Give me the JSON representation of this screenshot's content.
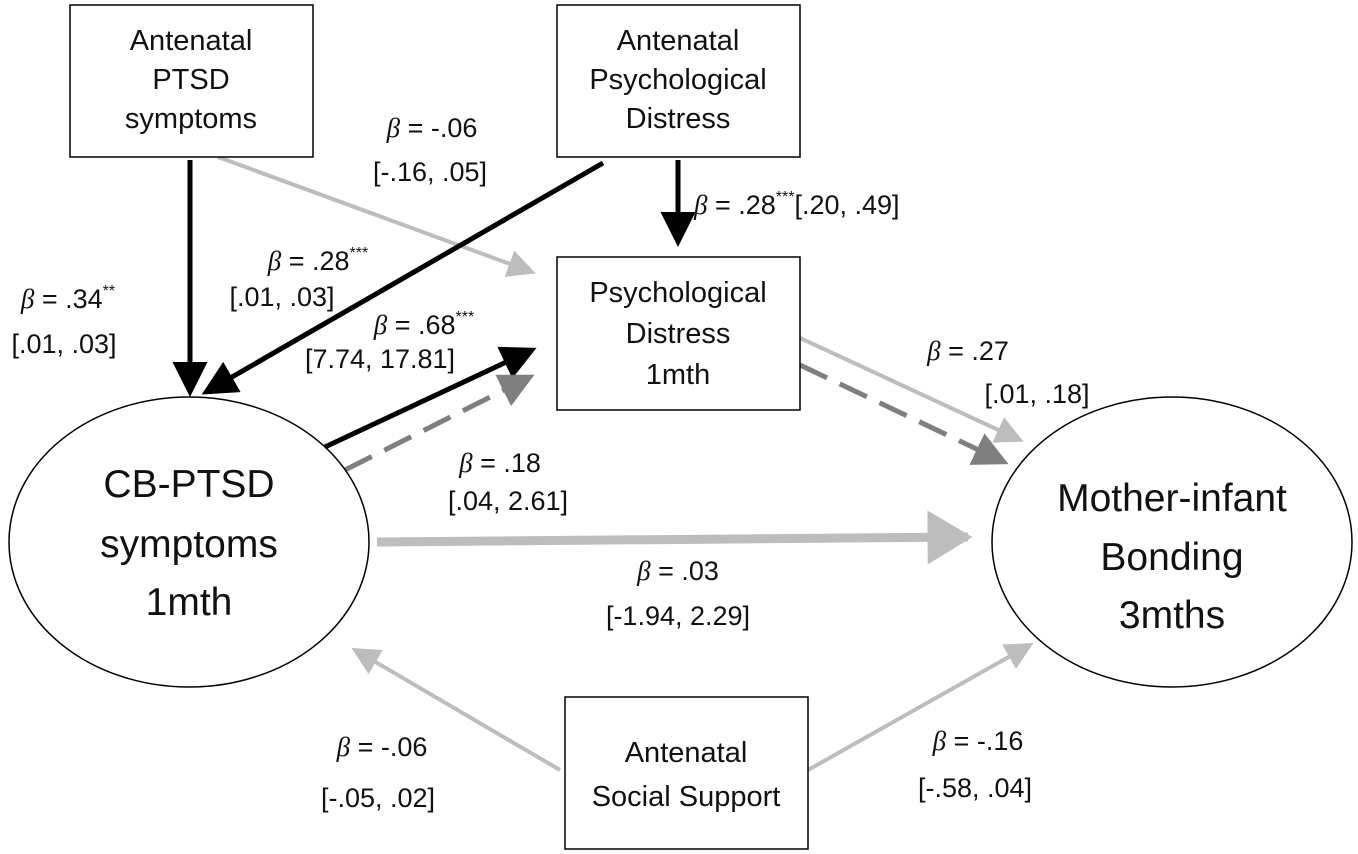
{
  "nodes": {
    "antenatal_ptsd": [
      "Antenatal",
      "PTSD",
      "symptoms"
    ],
    "antenatal_distress": [
      "Antenatal",
      "Psychological",
      "Distress"
    ],
    "distress_1mth": [
      "Psychological",
      "Distress",
      "1mth"
    ],
    "cbptsd_1mth": [
      "CB-PTSD",
      "symptoms",
      "1mth"
    ],
    "bonding_3mths": [
      "Mother-infant",
      "Bonding",
      "3mths"
    ],
    "social_support": [
      "Antenatal",
      "Social Support"
    ]
  },
  "beta_symbol": "β",
  "paths": {
    "ptsd_to_cb": {
      "beta": " = .34",
      "sig": "**",
      "ci": "[.01, .03]"
    },
    "ptsd_to_distress": {
      "beta": " = -.06",
      "sig": "",
      "ci": "[-.16, .05]"
    },
    "antdistress_to_cb": {
      "beta": " = .28",
      "sig": "***",
      "ci": "[.01, .03]"
    },
    "antdistress_to_distress": {
      "beta": " = .28",
      "sig": "***",
      "ci": "[.20, .49]"
    },
    "cb_to_distress": {
      "beta": " = .68",
      "sig": "***",
      "ci": "[7.74, 17.81]"
    },
    "cb_to_distress_dashed": {
      "beta": " = .18",
      "sig": "",
      "ci": "[.04, 2.61]"
    },
    "cb_to_bonding": {
      "beta": " = .03",
      "sig": "",
      "ci": "[-1.94, 2.29]"
    },
    "distress_to_bonding": {
      "beta": " = .27",
      "sig": "",
      "ci": "[.01, .18]"
    },
    "support_to_cb": {
      "beta": " = -.06",
      "sig": "",
      "ci": "[-.05, .02]"
    },
    "support_to_bonding": {
      "beta": " = -.16",
      "sig": "",
      "ci": "[-.58, .04]"
    }
  },
  "colors": {
    "significant": "#000000",
    "nonsignificant": "#bdbdbd",
    "indirect_dashed": "#7f7f7f"
  }
}
